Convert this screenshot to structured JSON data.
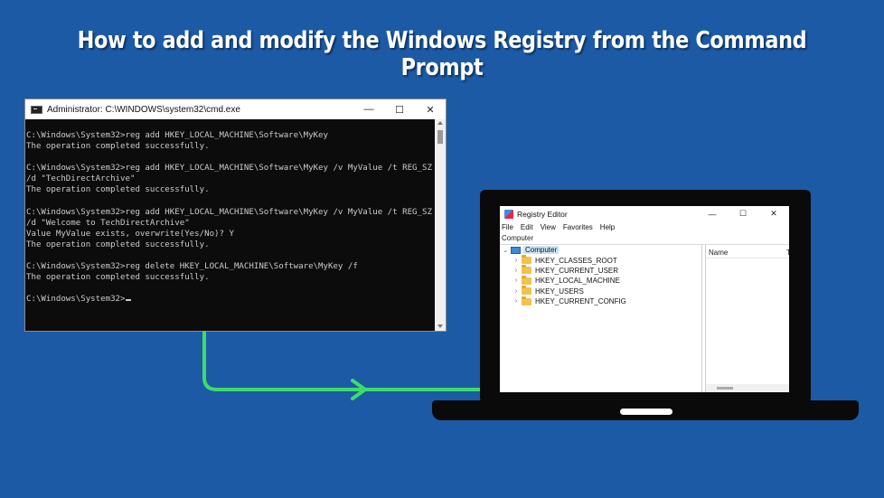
{
  "headline": "How to add and modify the Windows Registry from the Command Prompt",
  "cmd": {
    "title": "Administrator: C:\\WINDOWS\\system32\\cmd.exe",
    "controls": {
      "minimize": "—",
      "maximize": "☐",
      "close": "✕"
    },
    "lines": [
      "C:\\Windows\\System32>reg add HKEY_LOCAL_MACHINE\\Software\\MyKey",
      "The operation completed successfully.",
      "",
      "C:\\Windows\\System32>reg add HKEY_LOCAL_MACHINE\\Software\\MyKey /v MyValue /t REG_SZ",
      "/d \"TechDirectArchive\"",
      "The operation completed successfully.",
      "",
      "C:\\Windows\\System32>reg add HKEY_LOCAL_MACHINE\\Software\\MyKey /v MyValue /t REG_SZ",
      "/d \"Welcome to TechDirectArchive\"",
      "Value MyValue exists, overwrite(Yes/No)? Y",
      "The operation completed successfully.",
      "",
      "C:\\Windows\\System32>reg delete HKEY_LOCAL_MACHINE\\Software\\MyKey /f",
      "The operation completed successfully.",
      "",
      "C:\\Windows\\System32>"
    ]
  },
  "registry": {
    "title": "Registry Editor",
    "controls": {
      "minimize": "—",
      "maximize": "☐",
      "close": "✕"
    },
    "menu": [
      "File",
      "Edit",
      "View",
      "Favorites",
      "Help"
    ],
    "address": "Computer",
    "tree_root": "Computer",
    "tree_items": [
      "HKEY_CLASSES_ROOT",
      "HKEY_CURRENT_USER",
      "HKEY_LOCAL_MACHINE",
      "HKEY_USERS",
      "HKEY_CURRENT_CONFIG"
    ],
    "columns": [
      "Name",
      "T"
    ]
  },
  "colors": {
    "background": "#1c5aa6",
    "arrow": "#3ddc6a",
    "console_bg": "#0c0c0c",
    "console_text": "#cccccc"
  }
}
